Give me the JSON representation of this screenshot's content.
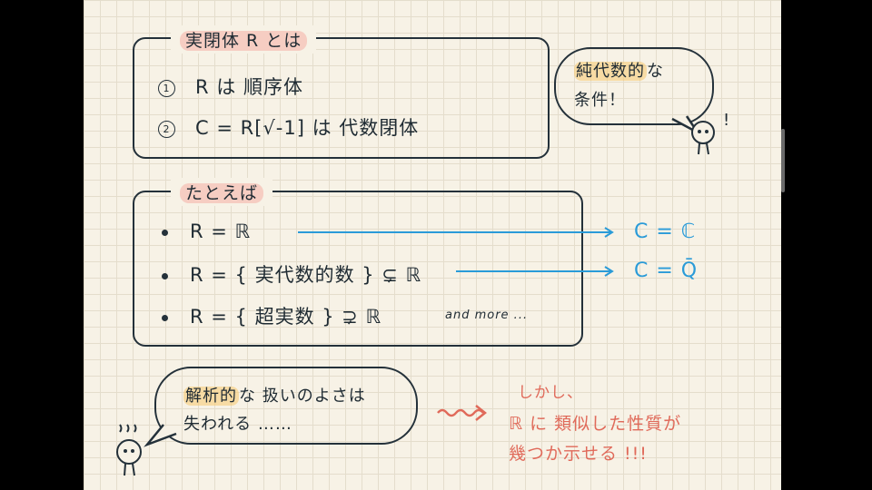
{
  "definition_box": {
    "title": "実閉体 R とは",
    "items": [
      {
        "num": "1",
        "text": "R は 順序体"
      },
      {
        "num": "2",
        "text": "C = R[√-1]  は 代数閉体"
      }
    ]
  },
  "side_bubble": {
    "line1_hl": "純代数的",
    "line1_rest": "な",
    "line2": "条件！",
    "exclaim": "!"
  },
  "examples_box": {
    "title": "たとえば",
    "rows": [
      {
        "left": "R = ℝ",
        "right": "C = ℂ"
      },
      {
        "left": "R = { 実代数的数 } ⊊ ℝ",
        "right": "C = Q̄"
      },
      {
        "left": "R = { 超実数 } ⊋ ℝ",
        "note": "and more ..."
      }
    ]
  },
  "bottom_bubble": {
    "line1_hl": "解析的",
    "line1_rest": "な 扱いのよさは",
    "line2": "失われる ……"
  },
  "conclusion": {
    "line1": "しかし、",
    "line2": "ℝ に 類似した性質が",
    "line3": "幾つか示せる !!!"
  },
  "colors": {
    "ink": "#24313a",
    "blue": "#2a9bd8",
    "red": "#e06a5a",
    "paper": "#f7f2e6"
  }
}
